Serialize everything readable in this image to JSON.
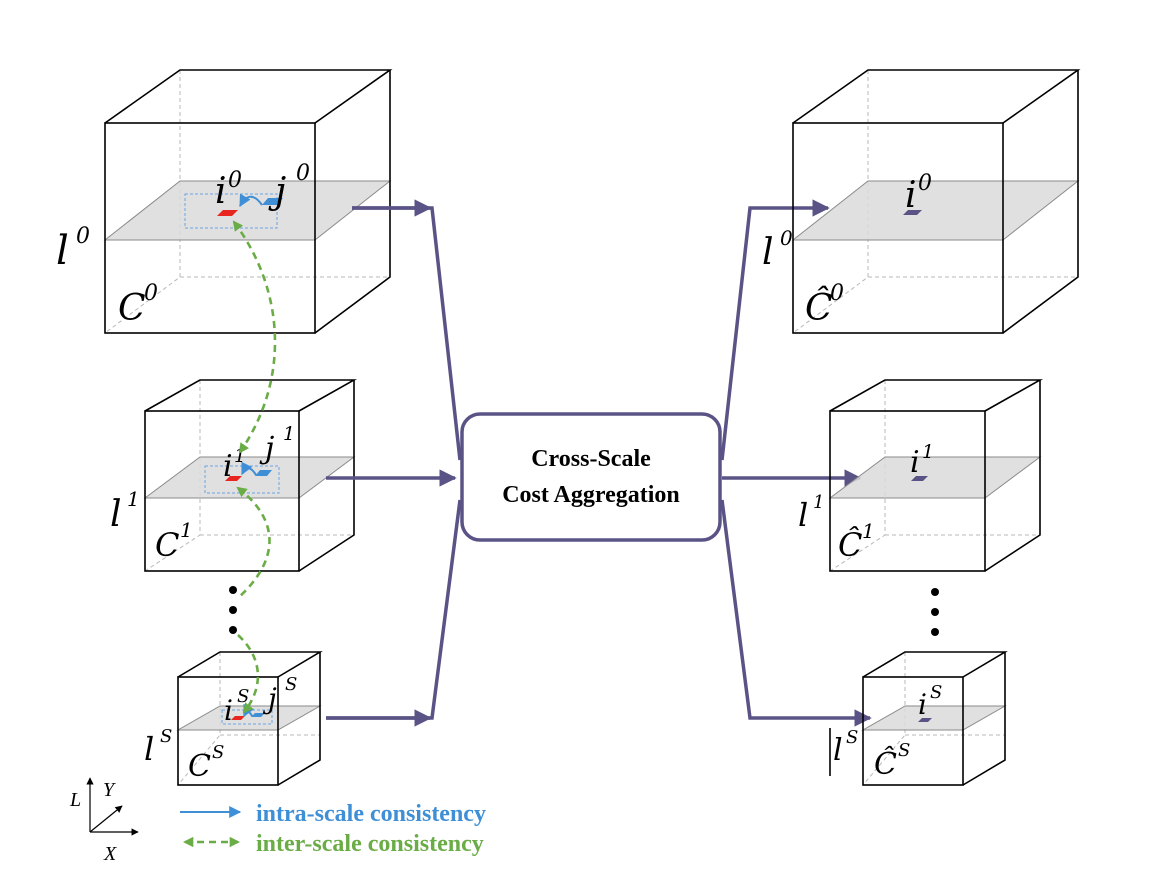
{
  "central": {
    "line1": "Cross-Scale",
    "line2": "Cost Aggregation"
  },
  "legend": {
    "intra": "intra-scale consistency",
    "inter": "inter-scale consistency",
    "intra_color": "#3f8fd6",
    "inter_color": "#6aac46"
  },
  "axes": {
    "l": "L",
    "y": "Y",
    "x": "X"
  },
  "colors": {
    "flow": "#5a5385",
    "point_i": "#e8251f",
    "point_j": "#3f8fd6",
    "output_point": "#5a5385"
  },
  "left_volumes": [
    {
      "cost": "C",
      "cost_sup": "0",
      "level": "l",
      "level_sup": "0",
      "i": "i",
      "i_sup": "0",
      "j": "j",
      "j_sup": "0"
    },
    {
      "cost": "C",
      "cost_sup": "1",
      "level": "l",
      "level_sup": "1",
      "i": "i",
      "i_sup": "1",
      "j": "j",
      "j_sup": "1"
    },
    {
      "cost": "C",
      "cost_sup": "S",
      "level": "l",
      "level_sup": "S",
      "i": "i",
      "i_sup": "S",
      "j": "j",
      "j_sup": "S"
    }
  ],
  "right_volumes": [
    {
      "cost": "Ĉ",
      "cost_sup": "0",
      "level": "l",
      "level_sup": "0",
      "i": "i",
      "i_sup": "0"
    },
    {
      "cost": "Ĉ",
      "cost_sup": "1",
      "level": "l",
      "level_sup": "1",
      "i": "i",
      "i_sup": "1"
    },
    {
      "cost": "Ĉ",
      "cost_sup": "S",
      "level": "l",
      "level_sup": "S",
      "i": "i",
      "i_sup": "S"
    }
  ]
}
